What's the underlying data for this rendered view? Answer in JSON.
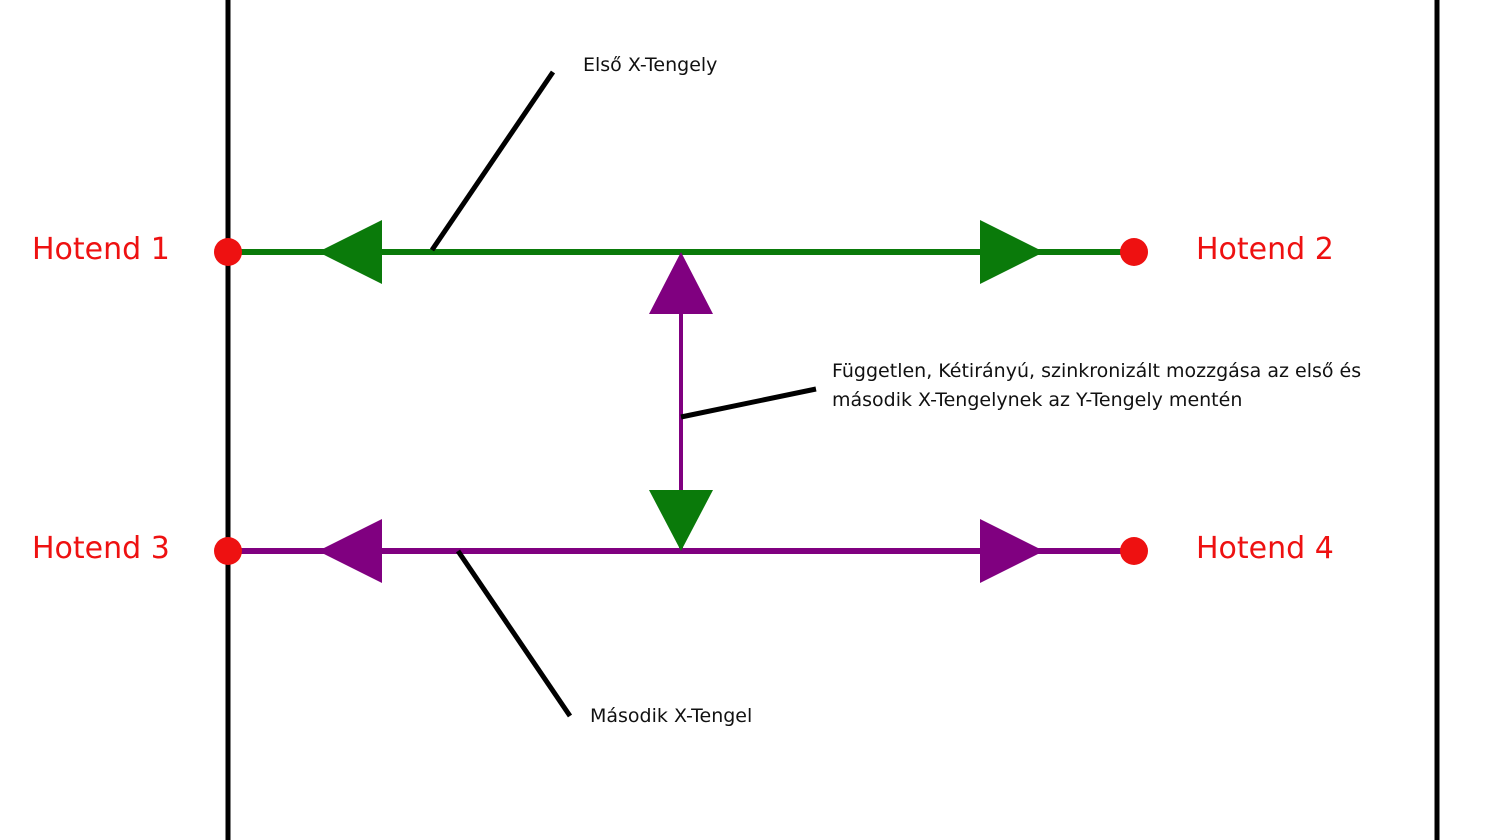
{
  "colors": {
    "frame": "#000000",
    "first_axis": "#0a7a0a",
    "second_axis": "#800080",
    "hotend": "#ee1111",
    "leader": "#000000"
  },
  "hotends": [
    {
      "label": "Hotend 1"
    },
    {
      "label": "Hotend 2"
    },
    {
      "label": "Hotend 3"
    },
    {
      "label": "Hotend 4"
    }
  ],
  "annotations": {
    "first_axis": "Első X-Tengely",
    "second_axis": "Második X-Tengel",
    "y_motion_line1": "Független, Kétirányú, szinkronizált mozzgása az első és",
    "y_motion_line2": "második X-Tengelynek az Y-Tengely mentén"
  }
}
